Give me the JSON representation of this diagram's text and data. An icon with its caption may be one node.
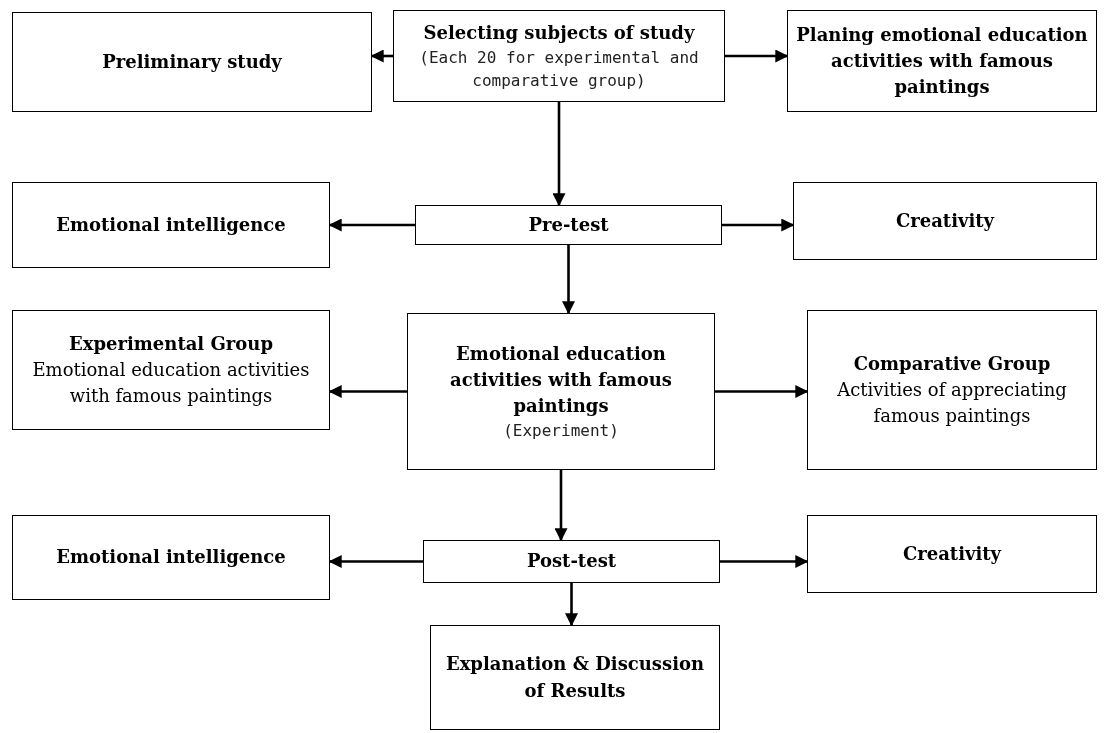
{
  "diagram": {
    "nodes": [
      {
        "text": [
          "Preliminary study"
        ]
      },
      {
        "text": [
          "Selecting subjects of study",
          "(Each 20 for experimental and comparative group)"
        ]
      },
      {
        "text": [
          "Planing emotional education activities with famous paintings"
        ]
      },
      {
        "text": [
          "Emotional intelligence"
        ]
      },
      {
        "text": [
          "Pre-test"
        ]
      },
      {
        "text": [
          "Creativity"
        ]
      },
      {
        "text": [
          "Experimental Group",
          "Emotional education activities with famous paintings"
        ]
      },
      {
        "text": [
          "Emotional education activities with famous paintings",
          "(Experiment)"
        ]
      },
      {
        "text": [
          "Comparative Group",
          "Activities of appreciating famous paintings"
        ]
      },
      {
        "text": [
          "Emotional intelligence"
        ]
      },
      {
        "text": [
          "Post-test"
        ]
      },
      {
        "text": [
          "Creativity"
        ]
      },
      {
        "text": [
          "Explanation & Discussion of Results"
        ]
      }
    ],
    "edges": [
      {
        "from": 1,
        "to": 0,
        "arrow": "to"
      },
      {
        "from": 1,
        "to": 2,
        "arrow": "to"
      },
      {
        "from": 1,
        "to": 4,
        "arrow": "to"
      },
      {
        "from": 4,
        "to": 3,
        "arrow": "to"
      },
      {
        "from": 4,
        "to": 5,
        "arrow": "to"
      },
      {
        "from": 4,
        "to": 7,
        "arrow": "to"
      },
      {
        "from": 7,
        "to": 6,
        "arrow": "to"
      },
      {
        "from": 7,
        "to": 8,
        "arrow": "to"
      },
      {
        "from": 7,
        "to": 10,
        "arrow": "to"
      },
      {
        "from": 10,
        "to": 9,
        "arrow": "to"
      },
      {
        "from": 10,
        "to": 11,
        "arrow": "to"
      },
      {
        "from": 10,
        "to": 12,
        "arrow": "to"
      }
    ]
  }
}
